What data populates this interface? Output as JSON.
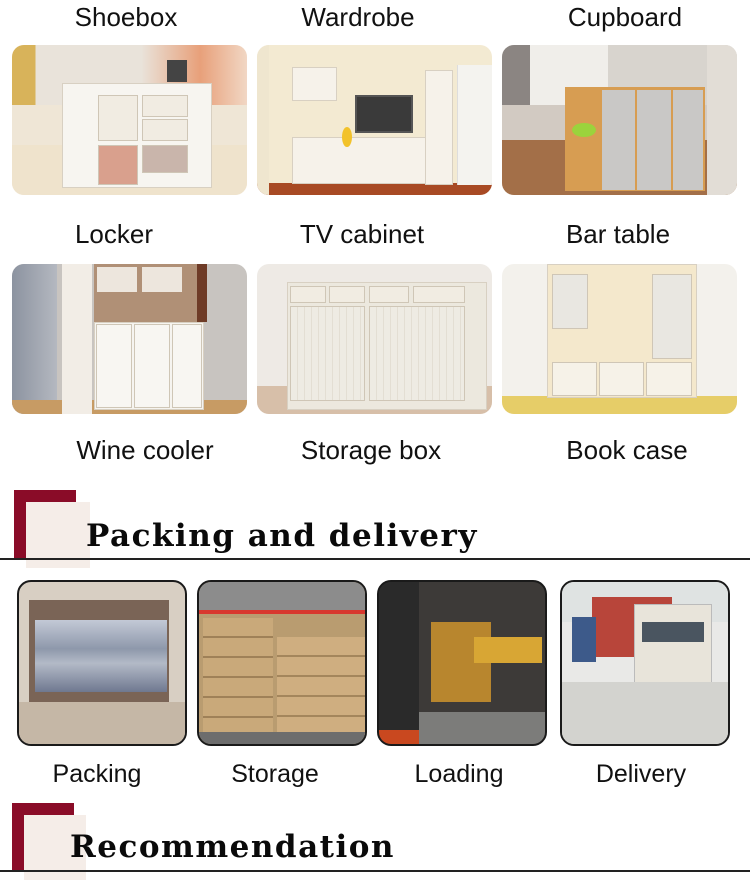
{
  "categories": [
    {
      "label": "Shoebox",
      "image": "white shoebox counter in clothing store"
    },
    {
      "label": "Wardrobe",
      "image": "white TV wall unit with shelves"
    },
    {
      "label": "Cupboard",
      "image": "wood-framed grey cupboard with shelves"
    },
    {
      "label": "Locker",
      "image": "white locker cabinet with wine rack"
    },
    {
      "label": "TV cabinet",
      "image": "white sideboard with sliding doors"
    },
    {
      "label": "Bar table",
      "image": "white bookcase with glass doors"
    },
    {
      "label": "Wine cooler"
    },
    {
      "label": "Storage box"
    },
    {
      "label": "Book case"
    }
  ],
  "sections": {
    "packing": {
      "title": "Packing and delivery"
    },
    "recommendation": {
      "title": "Recommendation"
    }
  },
  "steps": [
    {
      "label": "Packing",
      "image": "drawer slides wrapped in plastic in carton box"
    },
    {
      "label": "Storage",
      "image": "pallets of cartons stacked in warehouse"
    },
    {
      "label": "Loading",
      "image": "forklift loading cartons into container"
    },
    {
      "label": "Delivery",
      "image": "truck carrying red shipping container"
    }
  ],
  "colors": {
    "accent": "#8a0c28",
    "accent_light": "#f5ede8",
    "rule": "#222222"
  }
}
